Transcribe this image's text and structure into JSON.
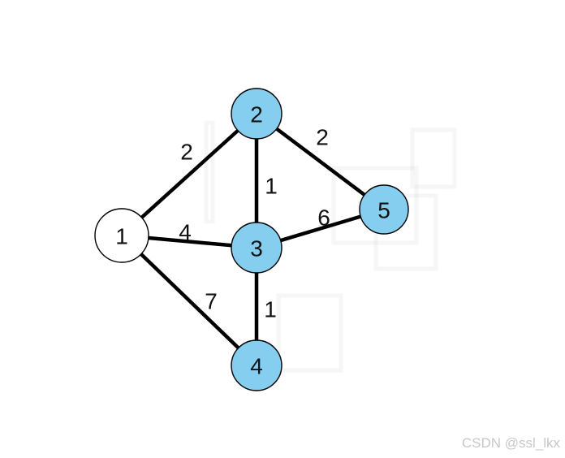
{
  "diagram": {
    "description": "Weighted undirected graph with 5 nodes and 7 edges",
    "nodes": [
      {
        "id": "1",
        "label": "1"
      },
      {
        "id": "2",
        "label": "2"
      },
      {
        "id": "3",
        "label": "3"
      },
      {
        "id": "4",
        "label": "4"
      },
      {
        "id": "5",
        "label": "5"
      }
    ],
    "edges": [
      {
        "from": "1",
        "to": "2",
        "weight": "2"
      },
      {
        "from": "2",
        "to": "5",
        "weight": "2"
      },
      {
        "from": "2",
        "to": "3",
        "weight": "1"
      },
      {
        "from": "1",
        "to": "3",
        "weight": "4"
      },
      {
        "from": "3",
        "to": "5",
        "weight": "6"
      },
      {
        "from": "1",
        "to": "4",
        "weight": "7"
      },
      {
        "from": "3",
        "to": "4",
        "weight": "1"
      }
    ]
  },
  "colors": {
    "node_fill": "#85CEF0",
    "node1_fill": "#FFFFFF",
    "edge_stroke": "#000000",
    "label_color": "#111111",
    "watermark_color": "#C8C8C8"
  },
  "watermark": {
    "text": "CSDN @ssl_lkx"
  }
}
